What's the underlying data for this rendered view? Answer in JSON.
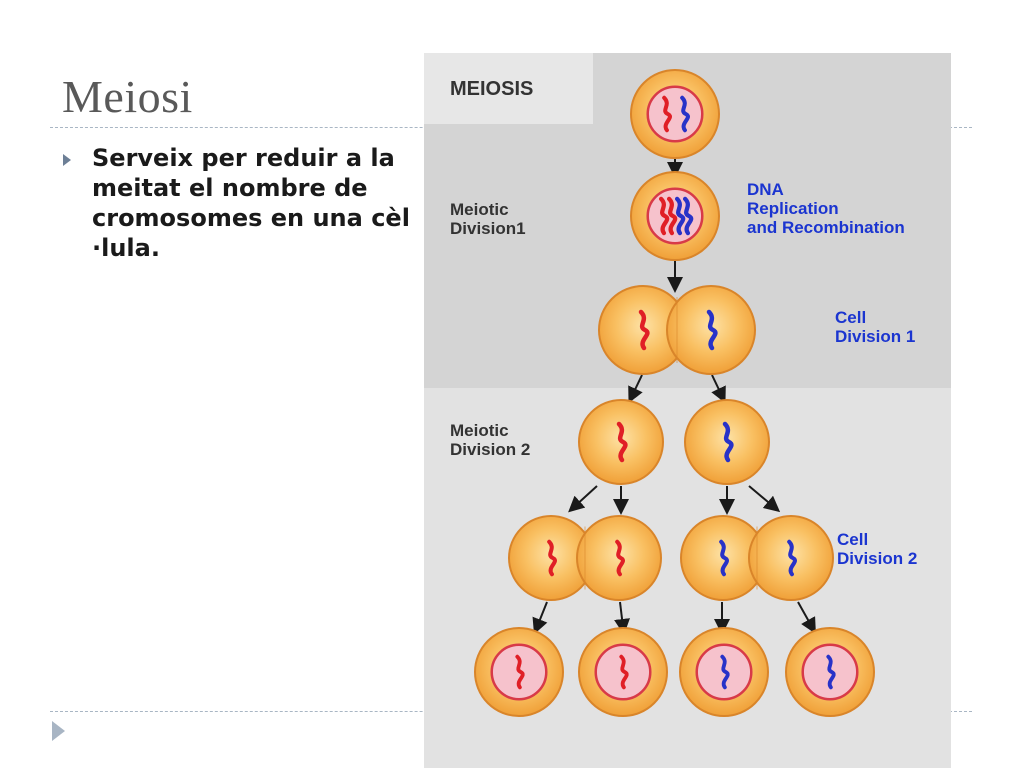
{
  "slide": {
    "title": "Meiosi",
    "bullet": "Serveix per reduir a la meitat el nombre de cromosomes en una cèl ·lula."
  },
  "figure": {
    "heading": "MEIOSIS",
    "labels": {
      "meiotic_division_1": [
        "Meiotic",
        "Division1"
      ],
      "meiotic_division_2": [
        "Meiotic",
        "Division 2"
      ],
      "dna_replication": [
        "DNA",
        "Replication",
        "and Recombination"
      ],
      "cell_division_1": [
        "Cell",
        "Division 1"
      ],
      "cell_division_2": [
        "Cell",
        "Division 2"
      ]
    },
    "colors": {
      "panel_top": "#d4d4d4",
      "panel_bottom": "#e2e2e2",
      "cell_fill": "#f7b64a",
      "cell_edge": "#d9852a",
      "nucleus_fill": "#f6c2cc",
      "nucleus_edge": "#d83a48",
      "chromosome_red": "#e01f26",
      "chromosome_blue": "#2832c8",
      "label_dark": "#333333",
      "label_blue": "#1b35d0"
    }
  }
}
